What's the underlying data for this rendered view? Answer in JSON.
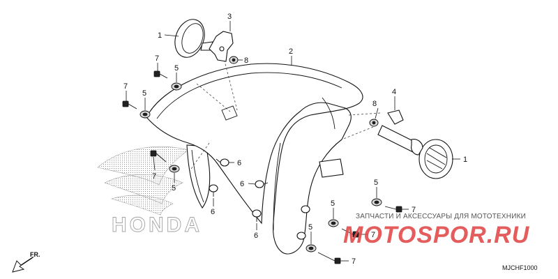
{
  "diagram": {
    "code": "MJCHF1000",
    "direction_label": "FR.",
    "watermark_text": "ЗАПЧАСТИ И АКСЕССУАРЫ ДЛЯ МОТОТЕХНИКИ",
    "watermark_logo": "MOTOSPOR.RU",
    "brand_logo": "HONDA",
    "callouts": [
      {
        "id": "c1a",
        "label": "1"
      },
      {
        "id": "c1b",
        "label": "1"
      },
      {
        "id": "c2",
        "label": "2"
      },
      {
        "id": "c3",
        "label": "3"
      },
      {
        "id": "c4",
        "label": "4"
      },
      {
        "id": "c5a",
        "label": "5"
      },
      {
        "id": "c5b",
        "label": "5"
      },
      {
        "id": "c5c",
        "label": "5"
      },
      {
        "id": "c5d",
        "label": "5"
      },
      {
        "id": "c5e",
        "label": "5"
      },
      {
        "id": "c5f",
        "label": "5"
      },
      {
        "id": "c6a",
        "label": "6"
      },
      {
        "id": "c6b",
        "label": "6"
      },
      {
        "id": "c6c",
        "label": "6"
      },
      {
        "id": "c6d",
        "label": "6"
      },
      {
        "id": "c7a",
        "label": "7"
      },
      {
        "id": "c7b",
        "label": "7"
      },
      {
        "id": "c7c",
        "label": "7"
      },
      {
        "id": "c7d",
        "label": "7"
      },
      {
        "id": "c7e",
        "label": "7"
      },
      {
        "id": "c7f",
        "label": "7"
      },
      {
        "id": "c8a",
        "label": "8"
      },
      {
        "id": "c8b",
        "label": "8"
      }
    ]
  }
}
